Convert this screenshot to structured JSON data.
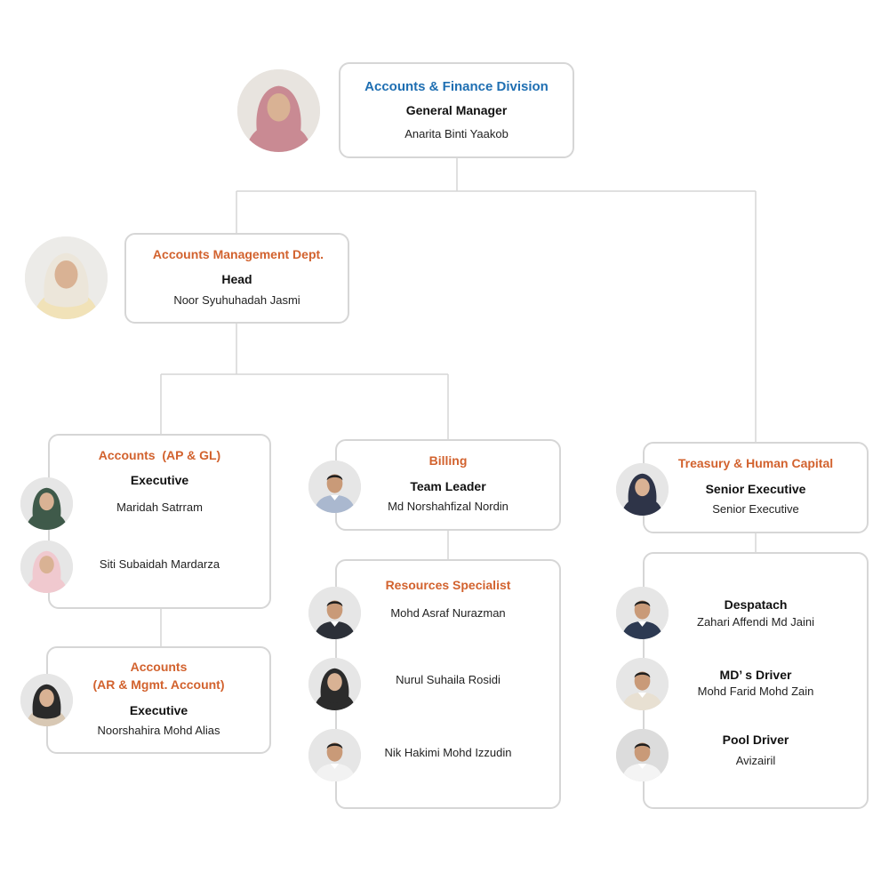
{
  "colors": {
    "division_title": "#1f6fb2",
    "dept_title": "#d2622e",
    "connector": "#d6d6d6",
    "box_border": "#d6d6d6"
  },
  "division": {
    "title": "Accounts & Finance Division",
    "role": "General Manager",
    "name": "Anarita Binti Yaakob"
  },
  "accounts_mgmt": {
    "title": "Accounts Management Dept.",
    "role": "Head",
    "name": "Noor Syuhuhadah Jasmi"
  },
  "ap_gl": {
    "title": "Accounts  (AP & GL)",
    "role": "Executive",
    "members": [
      "Maridah Satrram",
      "Siti Subaidah Mardarza"
    ]
  },
  "ar_mgmt": {
    "title_line1": "Accounts",
    "title_line2": "(AR & Mgmt. Account)",
    "role": "Executive",
    "name": "Noorshahira Mohd Alias"
  },
  "billing": {
    "title": "Billing",
    "role": "Team Leader",
    "name": "Md Norshahfizal Nordin"
  },
  "resources": {
    "title": "Resources Specialist",
    "members": [
      "Mohd Asraf Nurazman",
      "Nurul Suhaila Rosidi",
      "Nik Hakimi Mohd Izzudin"
    ]
  },
  "treasury": {
    "title": "Treasury & Human Capital",
    "role": "Senior Executive",
    "name": "Senior Executive"
  },
  "support": {
    "despatch_role": "Despatach",
    "despatch_name": "Zahari Affendi Md Jaini",
    "driver_role": "MD’ s Driver",
    "driver_name": "Mohd Farid Mohd Zain",
    "pool_role": "Pool Driver",
    "pool_name": "Avizairil"
  },
  "avatars": [
    {
      "id": "gm",
      "hijab": "#c98a93",
      "shirt": "#c98a93",
      "bg": "#e8e4df"
    },
    {
      "id": "head",
      "hijab": "#ece6da",
      "shirt": "#f1e2b8",
      "bg": "#ecebe8"
    },
    {
      "id": "maridah",
      "hijab": "#3f5a4a",
      "shirt": "#3f5a4a",
      "bg": "#e6e6e6"
    },
    {
      "id": "siti",
      "hijab": "#f0c9cf",
      "shirt": "#f0c9cf",
      "bg": "#e6e6e6"
    },
    {
      "id": "noorshahira",
      "hijab": "#2a2a2a",
      "shirt": "#d8c8b4",
      "bg": "#e6e6e6"
    },
    {
      "id": "norshahfizal",
      "hair": "#1e1e1e",
      "shirt": "#aab8cf",
      "bg": "#e6e6e6"
    },
    {
      "id": "asraf",
      "hair": "#1e1e1e",
      "shirt": "#2c3038",
      "bg": "#e6e6e6"
    },
    {
      "id": "suhaila",
      "hijab": "#2b2b2b",
      "shirt": "#2b2b2b",
      "bg": "#e6e6e6"
    },
    {
      "id": "hakimi",
      "hair": "#1e1e1e",
      "shirt": "#f2f2f2",
      "bg": "#e6e6e6"
    },
    {
      "id": "treasury",
      "hijab": "#2e3448",
      "shirt": "#2e3448",
      "bg": "#e6e6e6"
    },
    {
      "id": "zahari",
      "hair": "#1e1e1e",
      "shirt": "#2d3a52",
      "bg": "#e6e6e6"
    },
    {
      "id": "farid",
      "hair": "#1e1e1e",
      "shirt": "#e8e0d2",
      "bg": "#e6e6e6"
    },
    {
      "id": "avizairil",
      "hair": "#1e1e1e",
      "shirt": "#f4f4f4",
      "bg": "#dcdcdc"
    }
  ]
}
